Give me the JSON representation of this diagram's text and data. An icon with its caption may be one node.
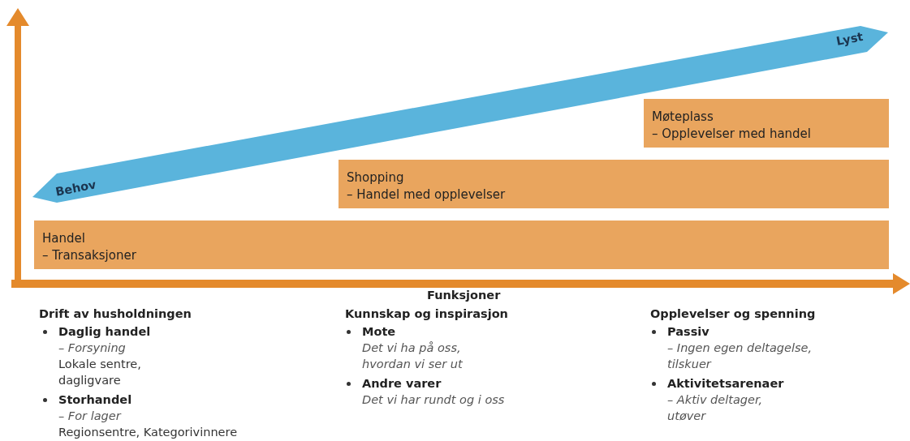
{
  "diagram": {
    "nodes": [
      {
        "text": [
          "Møteplass",
          "– Opplevelser med handel"
        ]
      },
      {
        "text": [
          "Shopping",
          "– Handel med opplevelser"
        ]
      },
      {
        "text": [
          "Handel",
          "– Transaksjoner"
        ]
      }
    ],
    "labels": [
      "Lyst",
      "Behov",
      "Funksjoner",
      "Drift av husholdningen",
      "Daglig handel",
      "– Forsyning",
      "Lokale sentre, dagligvare",
      "Storhandel",
      "– For lager",
      "Regionsentre, Kategorivinnere",
      "Kunnskap og inspirasjon",
      "Mote",
      "Det vi ha på oss, hvordan vi ser ut",
      "Andre varer",
      "Det vi har rundt og i oss",
      "Opplevelser og spenning",
      "Passiv",
      "– Ingen egen deltagelse, tilskuer",
      "Aktivitetsarenaer",
      "– Aktiv deltager, utøver"
    ]
  }
}
